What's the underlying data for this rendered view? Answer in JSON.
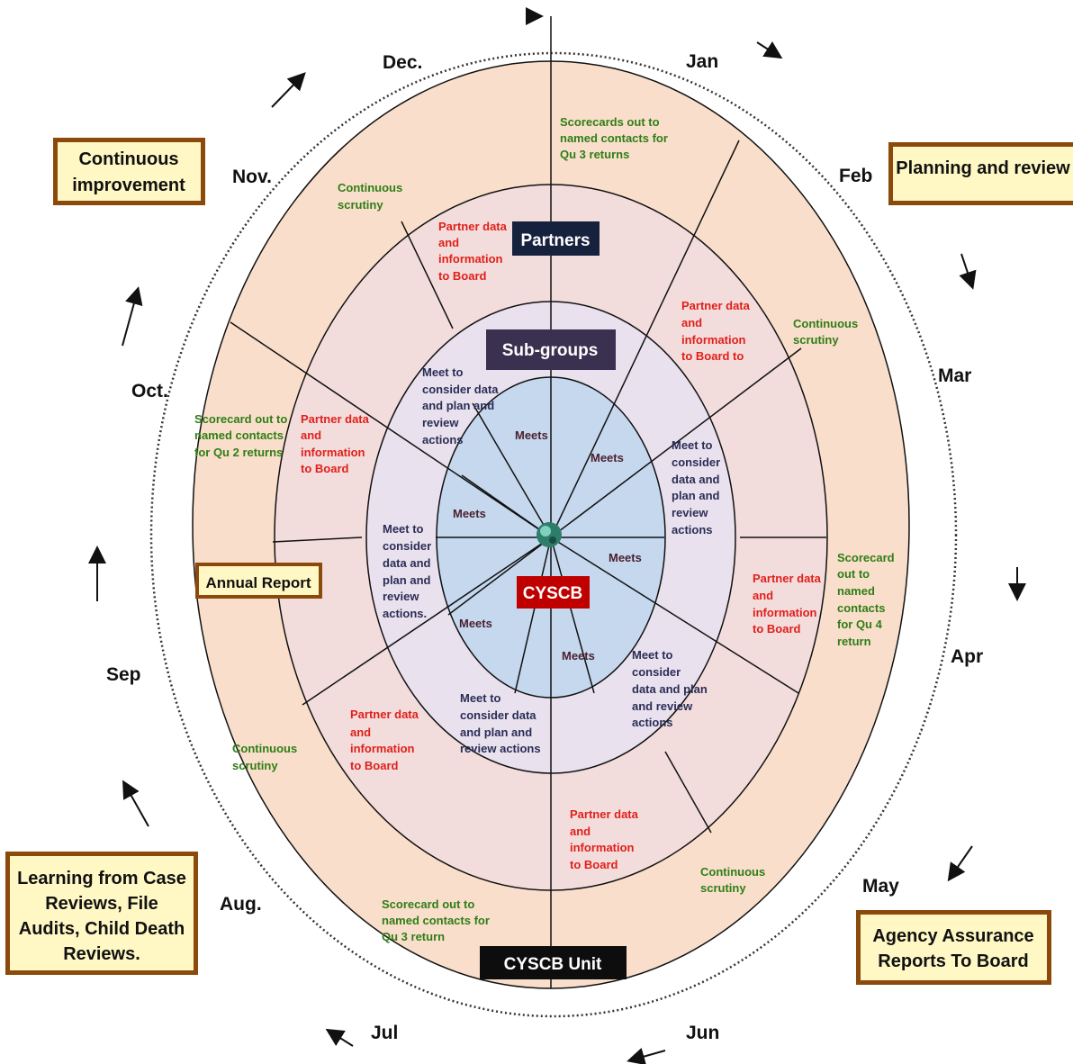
{
  "months": {
    "jan": "Jan",
    "feb": "Feb",
    "mar": "Mar",
    "apr": "Apr",
    "may": "May",
    "jun": "Jun",
    "jul": "Jul",
    "aug": "Aug.",
    "sep": "Sep",
    "oct": "Oct.",
    "nov": "Nov.",
    "dec": "Dec."
  },
  "outer_boxes": {
    "continuous_improvement": [
      "Continuous",
      "improvement"
    ],
    "planning_review": [
      "Planning and review"
    ],
    "agency_assurance": [
      "Agency Assurance",
      "Reports To Board"
    ],
    "learning": [
      "Learning from Case",
      "Reviews, File",
      "Audits, Child Death",
      "Reviews."
    ],
    "annual_report": [
      "Annual Report"
    ]
  },
  "ring_labels": {
    "partners": "Partners",
    "subgroups": "Sub-groups",
    "cyscb": "CYSCB",
    "cyscb_unit": "CYSCB Unit"
  },
  "outer_ring_text": {
    "jan_scorecards": [
      "Scorecards out to",
      "named contacts for",
      "Qu 3 returns"
    ],
    "mar_scrutiny": [
      "Continuous",
      "scrutiny"
    ],
    "apr_scorecard": [
      "Scorecard",
      "out to",
      "named",
      "contacts",
      "for Qu 4",
      "return"
    ],
    "may_scrutiny": [
      "Continuous",
      "scrutiny"
    ],
    "jul_scorecard": [
      "Scorecard out to",
      "named contacts for",
      "Qu 3 return"
    ],
    "aug_scrutiny": [
      "Continuous",
      "scrutiny"
    ],
    "oct_scorecard": [
      "Scorecard out to",
      "named contacts",
      "for Qu 2 returns"
    ],
    "nov_scrutiny": [
      "Continuous",
      "scrutiny"
    ]
  },
  "partner_ring_text": {
    "top": [
      "Partner data",
      "and",
      "information",
      "to Board"
    ],
    "right_upper": [
      "Partner data",
      "and",
      "information",
      "to Board to"
    ],
    "right_lower": [
      "Partner data",
      "and",
      "information",
      "to Board"
    ],
    "bottom": [
      "Partner data",
      "and",
      "information",
      "to Board"
    ],
    "left_lower": [
      "Partner data",
      "and",
      "information",
      "to Board"
    ],
    "left_upper": [
      "Partner data",
      "and",
      "information",
      "to Board"
    ]
  },
  "subgroup_ring_text": {
    "top": [
      "Meet to",
      "consider data",
      "and plan and",
      "review",
      "actions"
    ],
    "right": [
      "Meet  to",
      "consider",
      "data and",
      "plan and",
      "review",
      "actions"
    ],
    "bottom_right": [
      "Meet  to",
      "consider",
      "data and plan",
      "and review",
      "actions"
    ],
    "bottom": [
      "Meet  to",
      "consider data",
      "and plan and",
      "review actions"
    ],
    "left": [
      "Meet to",
      "consider",
      "data and",
      "plan and",
      "review",
      "actions."
    ]
  },
  "center_text": {
    "meets": "Meets"
  },
  "colors": {
    "outer_ring": "#f9dfcb",
    "partner_ring": "#f3dcdc",
    "subgroup_ring": "#e9e1ee",
    "center": "#c5d8ee",
    "box_fill": "#fff8c4",
    "box_border": "#8b4a0c",
    "partners_label": "#16213e",
    "subgroups_label": "#3a3050",
    "cyscb_label": "#c00000",
    "unit_label": "#0d0d0d"
  }
}
